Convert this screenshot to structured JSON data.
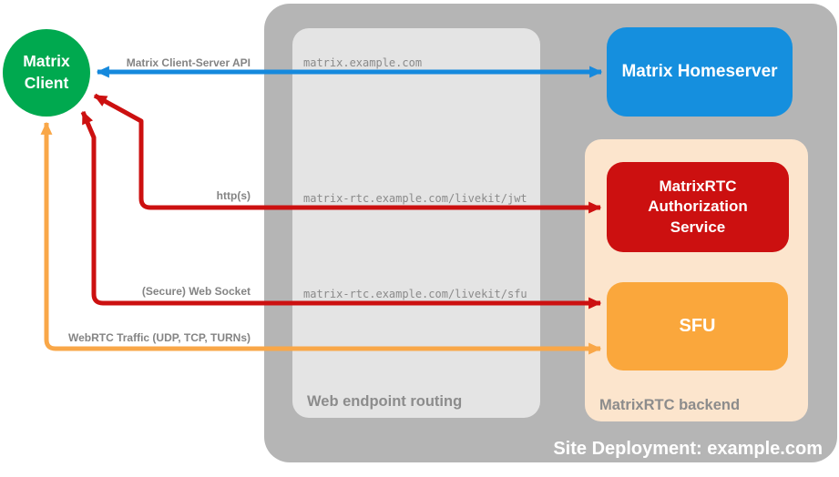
{
  "client": {
    "label": "Matrix Client"
  },
  "homeserver": {
    "label": "Matrix Homeserver"
  },
  "backend": {
    "title": "MatrixRTC backend",
    "auth_service_label": "MatrixRTC Authorization Service",
    "sfu_label": "SFU"
  },
  "routing": {
    "title": "Web endpoint routing",
    "endpoints": [
      "matrix.example.com",
      "matrix-rtc.example.com/livekit/jwt",
      "matrix-rtc.example.com/livekit/sfu"
    ]
  },
  "site": {
    "title": "Site Deployment: example.com"
  },
  "connections": [
    {
      "label": "Matrix Client-Server API",
      "color": "#1589dd",
      "from": "Matrix Client",
      "to": "Matrix Homeserver",
      "bidirectional": true
    },
    {
      "label": "http(s)",
      "color": "#cc1010",
      "from": "Matrix Client",
      "to": "MatrixRTC Authorization Service",
      "bidirectional": true
    },
    {
      "label": "(Secure) Web Socket",
      "color": "#cc1010",
      "from": "Matrix Client",
      "to": "SFU",
      "bidirectional": true
    },
    {
      "label": "WebRTC Traffic (UDP, TCP, TURNs)",
      "color": "#f9a748",
      "from": "Matrix Client",
      "to": "SFU",
      "bidirectional": true
    }
  ],
  "colors": {
    "client_green": "#00a94f",
    "homeserver_blue": "#158fde",
    "service_red": "#cc1010",
    "sfu_orange": "#faa73c",
    "backend_peach": "#fce5cd",
    "site_gray": "#b5b5b5",
    "routing_gray": "#e4e4e4",
    "label_gray": "#8a8a8a",
    "text_white": "#ffffff"
  }
}
